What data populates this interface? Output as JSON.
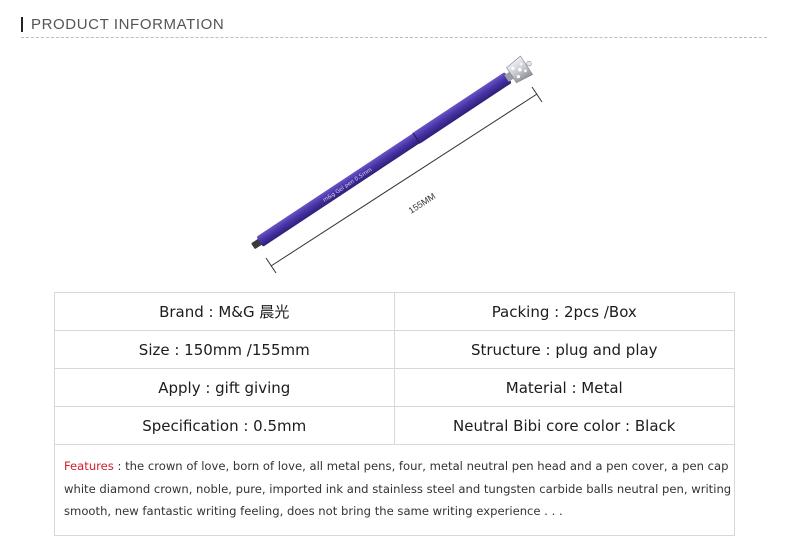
{
  "header": {
    "title": "PRODUCT INFORMATION"
  },
  "product": {
    "dimension_label": "155MM",
    "barrel_imprint": "m&g  Gel pen  0.5mm",
    "colors": {
      "barrel": "#4a34a6",
      "barrel_shadow": "#2d1f78",
      "crown": "#c9ccd2",
      "measure_line": "#333333"
    }
  },
  "specs": {
    "rows": [
      {
        "left": "Brand : M&G 晨光",
        "right": "Packing :  2pcs /Box"
      },
      {
        "left": "Size : 150mm /155mm",
        "right": "Structure : plug and play"
      },
      {
        "left": "Apply : gift giving",
        "right": "Material : Metal"
      },
      {
        "left": "Specification : 0.5mm",
        "right": "Neutral Bibi core color : Black"
      }
    ]
  },
  "features": {
    "label": "Features",
    "lines": [
      " : the crown of love, born of love, all metal pens, four, metal neutral pen head and a pen cover, a pen cap",
      "white diamond crown, noble, pure, imported ink and stainless steel and tungsten carbide balls neutral pen, writing",
      "smooth, new fantastic writing feeling, does not bring the same writing experience . . ."
    ]
  }
}
